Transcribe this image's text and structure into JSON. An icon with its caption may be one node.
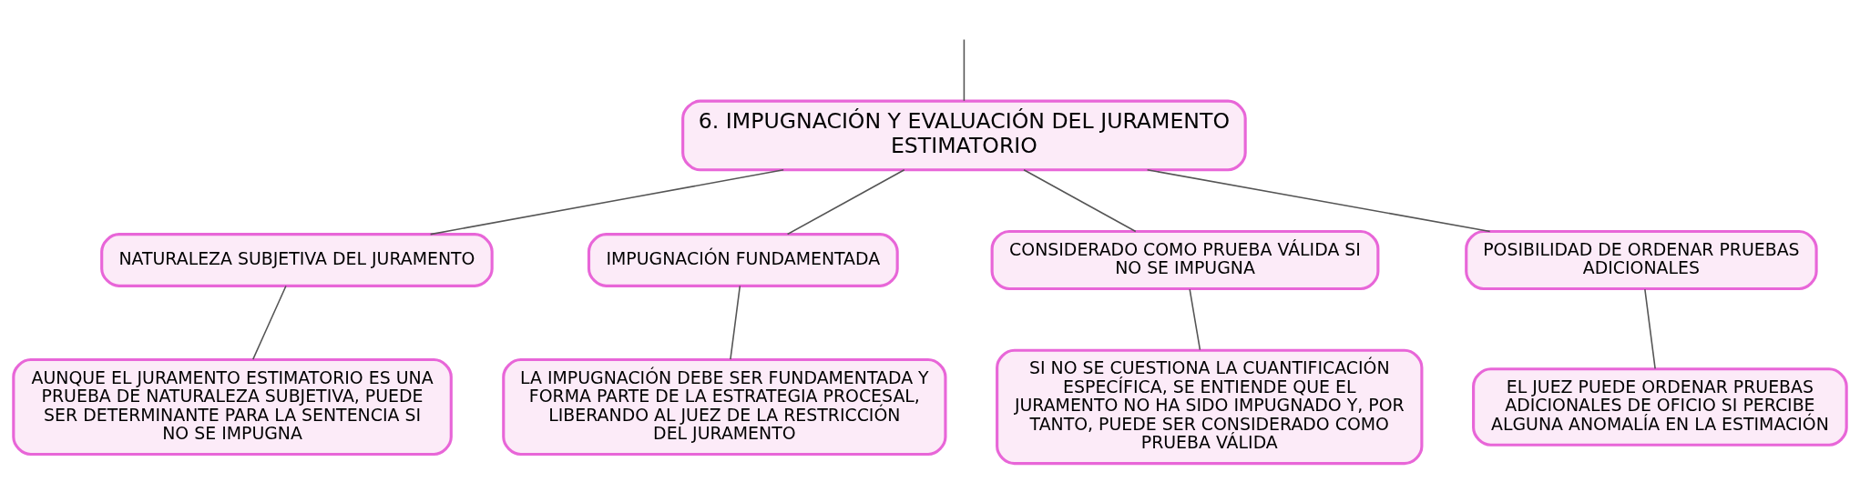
{
  "diagram": {
    "nodes": [
      {
        "text": [
          "6. IMPUGNACIÓN Y EVALUACIÓN DEL JURAMENTO ESTIMATORIO"
        ]
      },
      {
        "text": [
          "NATURALEZA SUBJETIVA DEL JURAMENTO"
        ]
      },
      {
        "text": [
          "IMPUGNACIÓN FUNDAMENTADA"
        ]
      },
      {
        "text": [
          "CONSIDERADO COMO PRUEBA VÁLIDA SI NO SE IMPUGNA"
        ]
      },
      {
        "text": [
          "POSIBILIDAD DE ORDENAR PRUEBAS ADICIONALES"
        ]
      },
      {
        "text": [
          "AUNQUE EL JURAMENTO ESTIMATORIO ES UNA PRUEBA DE NATURALEZA SUBJETIVA, PUEDE SER DETERMINANTE PARA LA SENTENCIA SI NO SE IMPUGNA"
        ]
      },
      {
        "text": [
          "LA IMPUGNACIÓN DEBE SER FUNDAMENTADA Y FORMA PARTE DE LA ESTRATEGIA PROCESAL, LIBERANDO AL JUEZ DE LA RESTRICCIÓN DEL JURAMENTO"
        ]
      },
      {
        "text": [
          "SI NO SE CUESTIONA LA CUANTIFICACIÓN ESPECÍFICA, SE ENTIENDE QUE EL JURAMENTO NO HA SIDO IMPUGNADO Y, POR TANTO, PUEDE SER CONSIDERADO COMO PRUEBA VÁLIDA"
        ]
      },
      {
        "text": [
          "EL JUEZ PUEDE ORDENAR PRUEBAS ADICIONALES DE OFICIO SI PERCIBE ALGUNA ANOMALÍA EN LA ESTIMACIÓN"
        ]
      }
    ],
    "edges": [
      {
        "from": null,
        "to": 0,
        "arrow": "none"
      },
      {
        "from": 0,
        "to": 1,
        "arrow": "none"
      },
      {
        "from": 0,
        "to": 2,
        "arrow": "none"
      },
      {
        "from": 0,
        "to": 3,
        "arrow": "none"
      },
      {
        "from": 0,
        "to": 4,
        "arrow": "none"
      },
      {
        "from": 1,
        "to": 5,
        "arrow": "none"
      },
      {
        "from": 2,
        "to": 6,
        "arrow": "none"
      },
      {
        "from": 3,
        "to": 7,
        "arrow": "none"
      },
      {
        "from": 4,
        "to": 8,
        "arrow": "none"
      }
    ]
  }
}
